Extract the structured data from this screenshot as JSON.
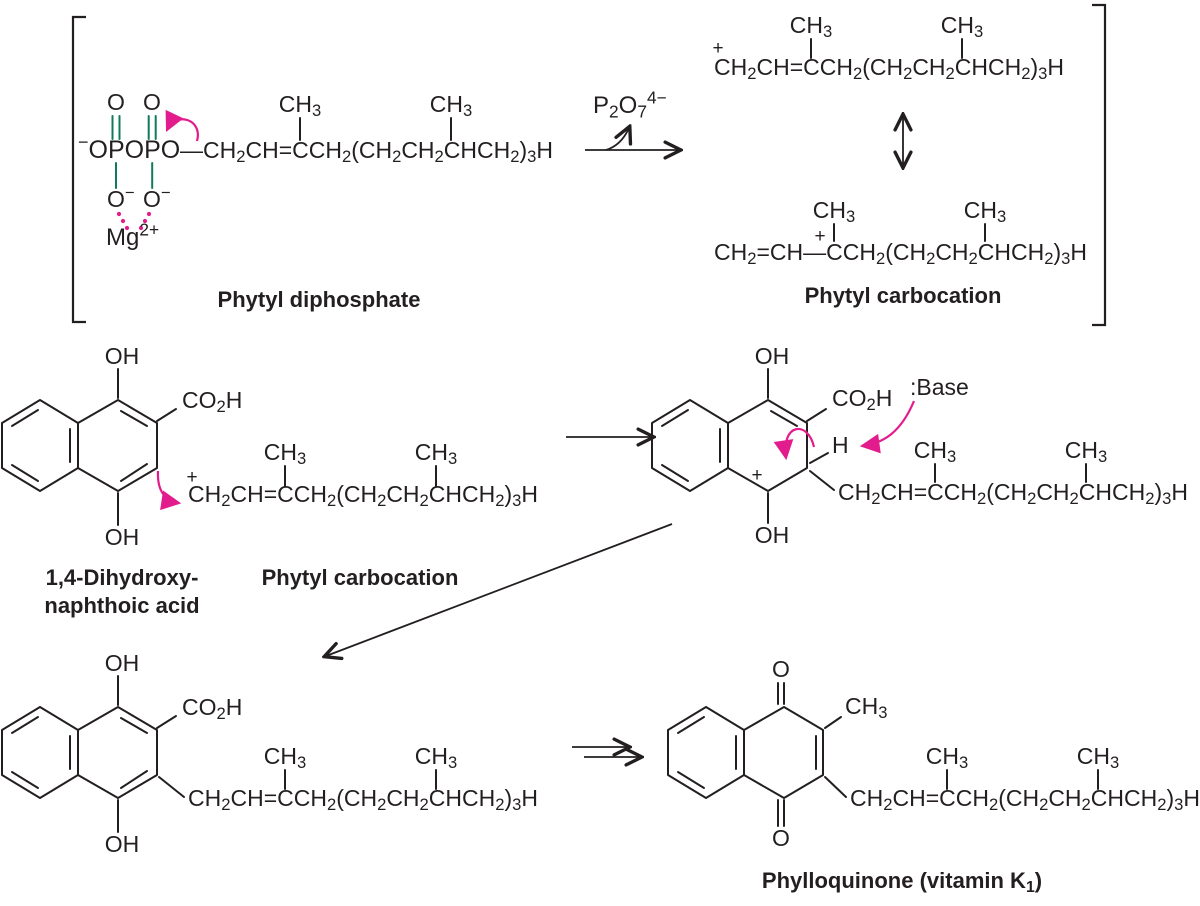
{
  "colors": {
    "green": "#107a5c",
    "pink": "#e21c8d",
    "blue": "#2581b4",
    "ink": "#231f20"
  },
  "scheme": {
    "top": {
      "diphosphate": {
        "o_double_left": "O",
        "o_double_right": "O",
        "backbone": "^−^OPOPO",
        "o_minus_left": "O^−^",
        "o_minus_right": "O^−^",
        "mg": "Mg^2+^",
        "chain": "—CH~2~CH=CCH~2~(CH~2~CH~2~CHCH~2~)~3~H",
        "methyl_1": "CH~3~",
        "methyl_2": "CH~3~",
        "label": "Phytyl diphosphate"
      },
      "reaction": {
        "leaving_group": "P~2~O~7~^4−^"
      },
      "carbocation": {
        "res1": {
          "plus": "+",
          "chain": "CH~2~CH=CCH~2~(CH~2~CH~2~CHCH~2~)~3~H",
          "methyl_1": "CH~3~",
          "methyl_2": "CH~3~"
        },
        "res2": {
          "plus": "+",
          "chain": "CH~2~=CH—CCH~2~(CH~2~CH~2~CHCH~2~)~3~H",
          "methyl_1": "CH~3~",
          "methyl_2": "CH~3~"
        },
        "label": "Phytyl carbocation"
      }
    },
    "middle": {
      "dhna": {
        "oh_top": "OH",
        "co2h": "CO~2~H",
        "oh_bottom": "OH",
        "label_line1": "1,4-Dihydroxy-",
        "label_line2": "naphthoic acid"
      },
      "cation": {
        "plus": "+",
        "chain": "CH~2~CH=CCH~2~(CH~2~CH~2~CHCH~2~)~3~H",
        "methyl_1": "CH~3~",
        "methyl_2": "CH~3~",
        "label": "Phytyl carbocation"
      },
      "intermediate": {
        "oh_top": "OH",
        "co2h": "CO~2~H",
        "h_label": "H",
        "base_label": ":Base",
        "plus": "+",
        "chain": "CH~2~CH=CCH~2~(CH~2~CH~2~CHCH~2~)~3~H",
        "methyl_1": "CH~3~",
        "methyl_2": "CH~3~",
        "oh_bottom": "OH"
      }
    },
    "bottom": {
      "alkylated": {
        "oh_top": "OH",
        "co2h": "CO~2~H",
        "chain": "CH~2~CH=CCH~2~(CH~2~CH~2~CHCH~2~)~3~H",
        "methyl_1": "CH~3~",
        "methyl_2": "CH~3~",
        "oh_bottom": "OH"
      },
      "phylloquinone": {
        "o_top": "O",
        "ring_methyl": "CH~3~",
        "chain": "CH~2~CH=CCH~2~(CH~2~CH~2~CHCH~2~)~3~H",
        "methyl_1": "CH~3~",
        "methyl_2": "CH~3~",
        "o_bottom": "O",
        "label": "Phylloquinone (vitamin K~1~)"
      }
    }
  }
}
